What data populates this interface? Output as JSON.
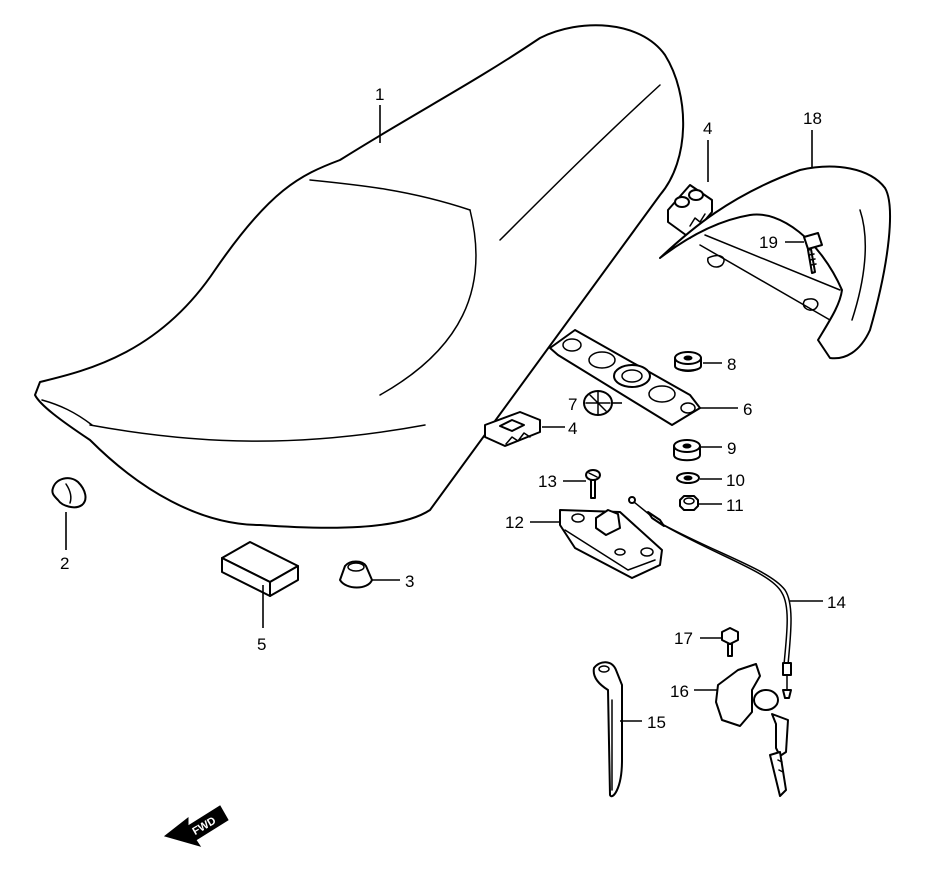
{
  "callouts": {
    "c1": "1",
    "c2": "2",
    "c3": "3",
    "c4a": "4",
    "c4b": "4",
    "c5": "5",
    "c6": "6",
    "c7": "7",
    "c8": "8",
    "c9": "9",
    "c10": "10",
    "c11": "11",
    "c12": "12",
    "c13": "13",
    "c14": "14",
    "c15": "15",
    "c16": "16",
    "c17": "17",
    "c18": "18",
    "c19": "19"
  },
  "fwd_label": "FWD",
  "colors": {
    "line": "#000000",
    "background": "#ffffff"
  }
}
